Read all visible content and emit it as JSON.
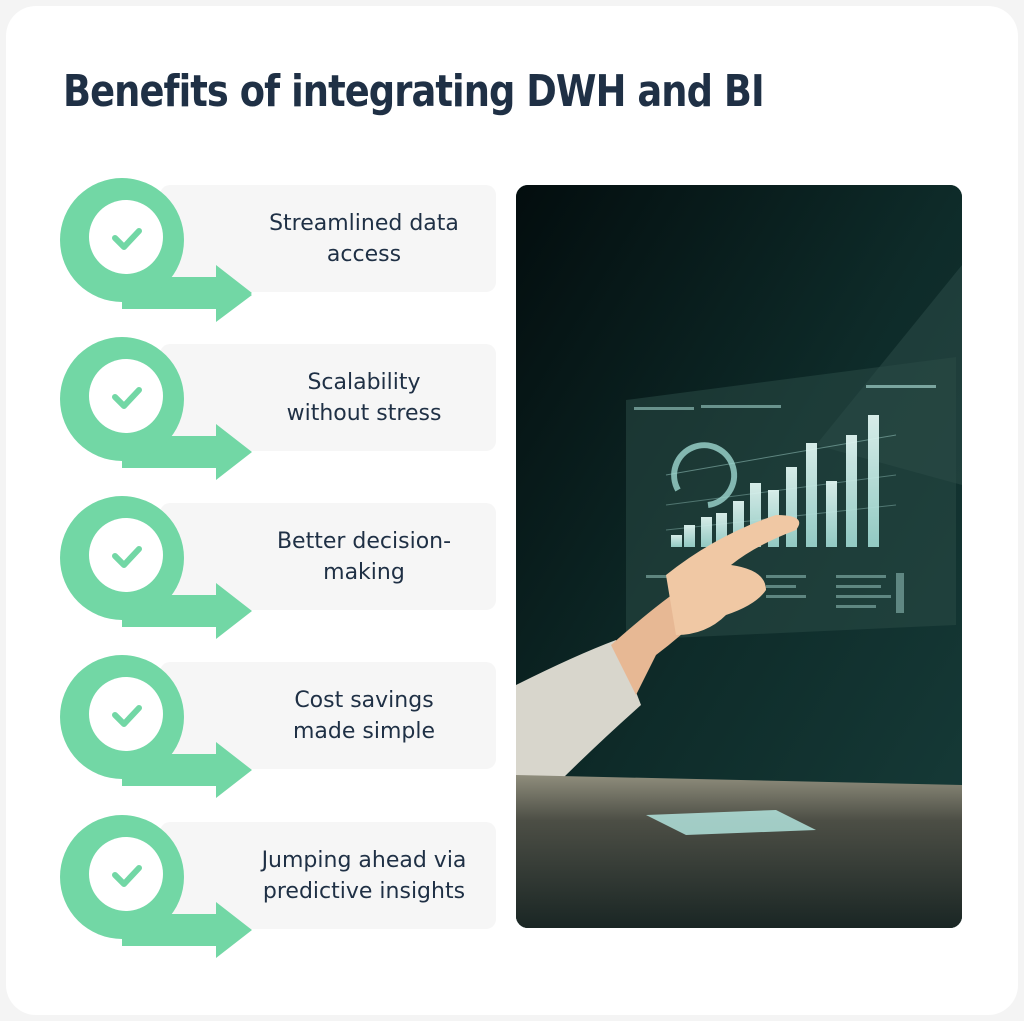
{
  "title": "Benefits of integrating DWH and BI",
  "colors": {
    "accent_green": "#72d7a5",
    "title_text": "#1f3045",
    "card_bg": "#f6f6f6",
    "page_bg": "#ffffff",
    "photo_bg_dark": "#0d2423"
  },
  "benefits": [
    {
      "label": "Streamlined data\naccess",
      "icon": "check-circle-arrow-icon"
    },
    {
      "label": "Scalability\nwithout stress",
      "icon": "check-circle-arrow-icon"
    },
    {
      "label": "Better decision-\nmaking",
      "icon": "check-circle-arrow-icon"
    },
    {
      "label": "Cost savings\nmade simple",
      "icon": "check-circle-arrow-icon"
    },
    {
      "label": "Jumping ahead via\npredictive insights",
      "icon": "check-circle-arrow-icon"
    }
  ],
  "photo": {
    "description": "Hand pointing at a holographic bar chart dashboard in a dark teal room",
    "bar_heights": [
      18,
      28,
      38,
      44,
      58,
      72,
      66,
      88,
      104,
      76,
      110,
      128
    ]
  }
}
